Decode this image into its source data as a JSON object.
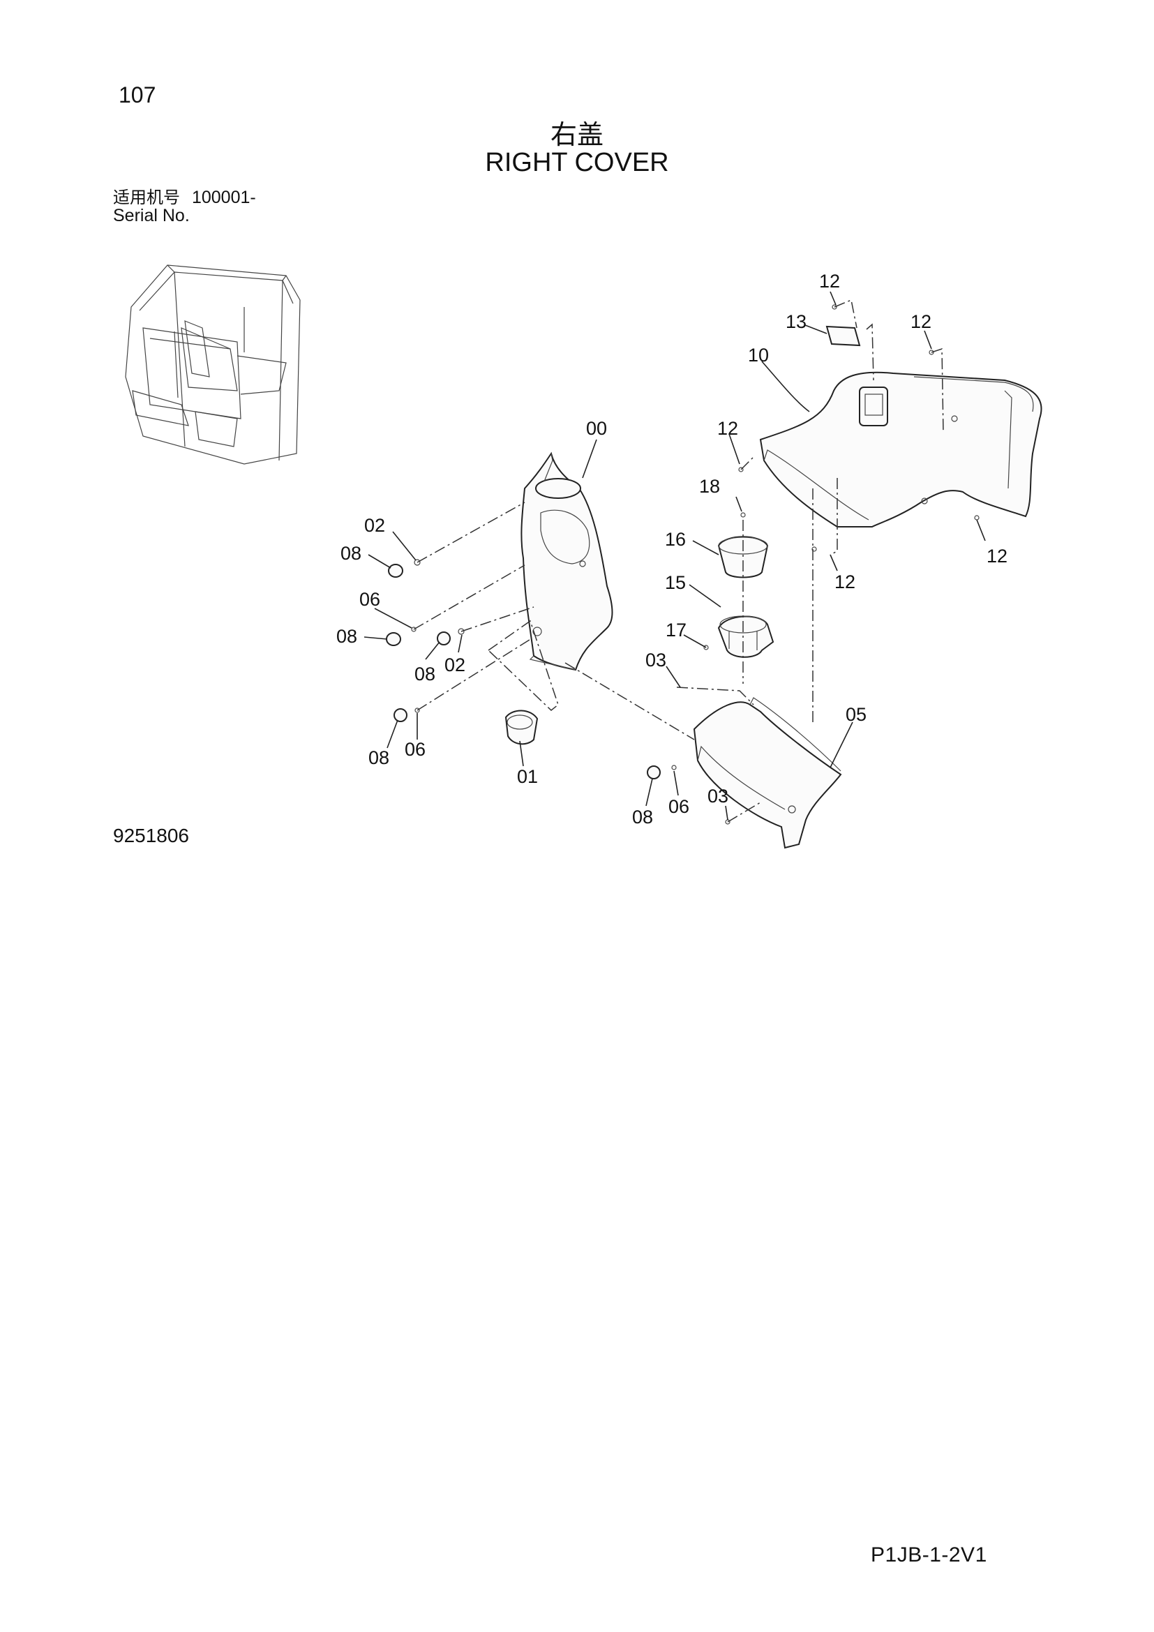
{
  "page_number": "107",
  "title_cn": "右盖",
  "title_en": "RIGHT COVER",
  "serial": {
    "label_cn": "适用机号",
    "range": "100001-",
    "label_en": "Serial No."
  },
  "drawing_number": "9251806",
  "page_code": "P1JB-1-2V1",
  "callouts": [
    "12",
    "13",
    "12",
    "10",
    "00",
    "12",
    "18",
    "02",
    "08",
    "16",
    "06",
    "15",
    "12",
    "12",
    "08",
    "17",
    "08",
    "02",
    "03",
    "05",
    "08",
    "06",
    "01",
    "08",
    "06",
    "03"
  ]
}
